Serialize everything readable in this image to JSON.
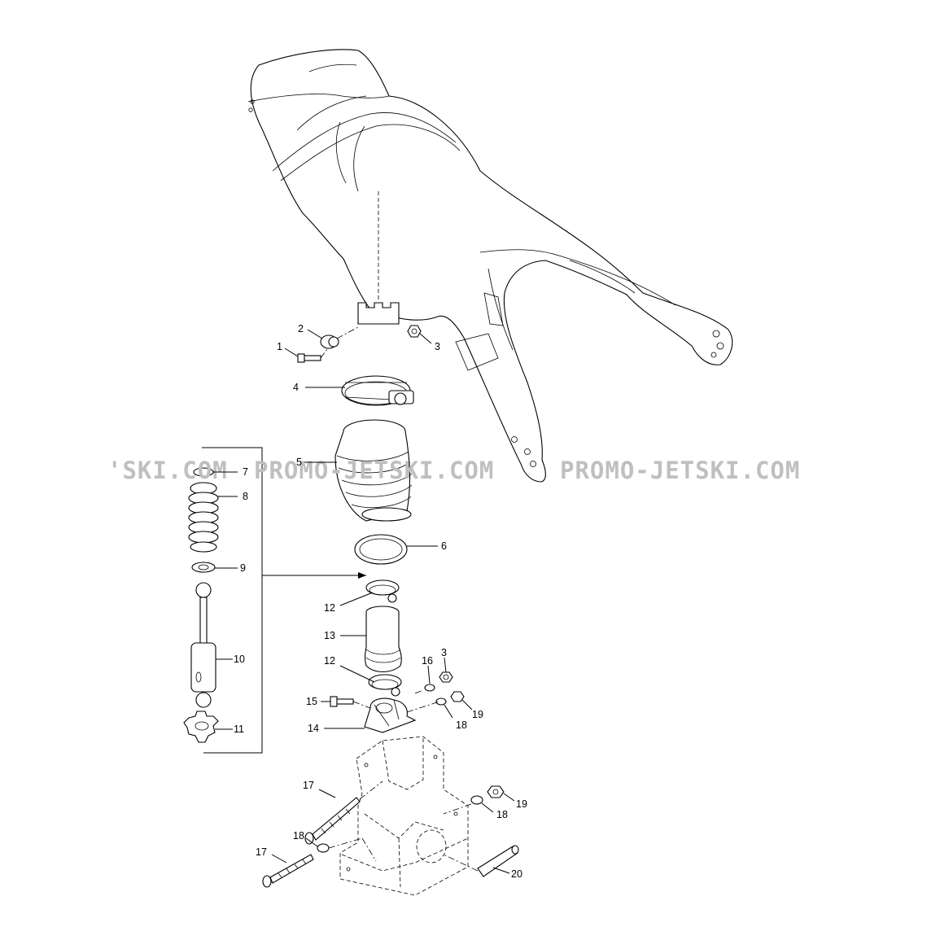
{
  "watermark": {
    "text_left": "'SKI.COM",
    "text_middle": "PROMO-JETSKI.COM",
    "text_right": "PROMO-JETSKI.COM",
    "color": "#bfbfbf"
  },
  "callouts": [
    {
      "id": "c1",
      "label": "1"
    },
    {
      "id": "c2",
      "label": "2"
    },
    {
      "id": "c3a",
      "label": "3"
    },
    {
      "id": "c4",
      "label": "4"
    },
    {
      "id": "c5",
      "label": "5"
    },
    {
      "id": "c6",
      "label": "6"
    },
    {
      "id": "c7",
      "label": "7"
    },
    {
      "id": "c8",
      "label": "8"
    },
    {
      "id": "c9",
      "label": "9"
    },
    {
      "id": "c10",
      "label": "10"
    },
    {
      "id": "c11",
      "label": "11"
    },
    {
      "id": "c12a",
      "label": "12"
    },
    {
      "id": "c13",
      "label": "13"
    },
    {
      "id": "c12b",
      "label": "12"
    },
    {
      "id": "c16",
      "label": "16"
    },
    {
      "id": "c3b",
      "label": "3"
    },
    {
      "id": "c15",
      "label": "15"
    },
    {
      "id": "c19a",
      "label": "19"
    },
    {
      "id": "c18a",
      "label": "18"
    },
    {
      "id": "c14",
      "label": "14"
    },
    {
      "id": "c17a",
      "label": "17"
    },
    {
      "id": "c19b",
      "label": "19"
    },
    {
      "id": "c18b",
      "label": "18"
    },
    {
      "id": "c18c",
      "label": "18"
    },
    {
      "id": "c17b",
      "label": "17"
    },
    {
      "id": "c20",
      "label": "20"
    }
  ]
}
